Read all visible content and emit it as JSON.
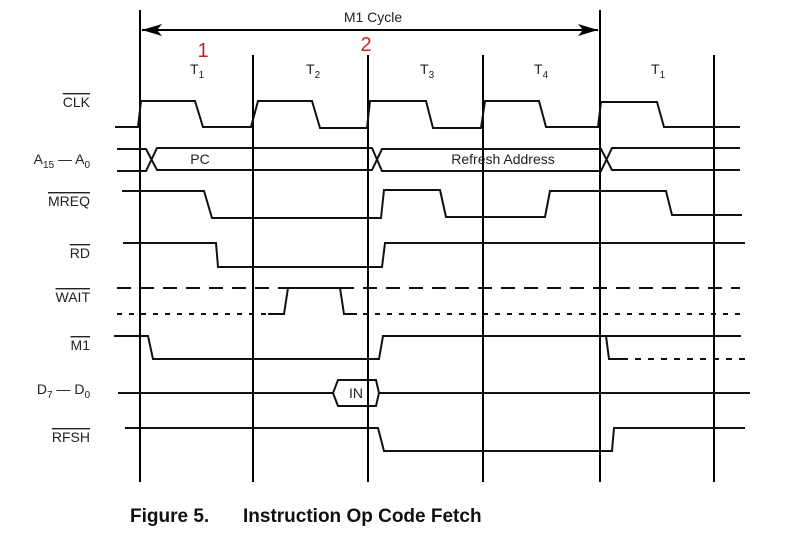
{
  "diagram": {
    "cycle_label": "M1 Cycle",
    "annotations": [
      {
        "text": "1",
        "color": "#c0282d"
      },
      {
        "text": "2",
        "color": "#c0282d"
      }
    ],
    "t_states": [
      {
        "base": "T",
        "sub": "1"
      },
      {
        "base": "T",
        "sub": "2"
      },
      {
        "base": "T",
        "sub": "3"
      },
      {
        "base": "T",
        "sub": "4"
      },
      {
        "base": "T",
        "sub": "1"
      }
    ],
    "signals": {
      "clk": {
        "label": "CLK",
        "overbar": true
      },
      "address": {
        "label_a": "A",
        "sub_a": "15",
        "dash": " — ",
        "label_b": "A",
        "sub_b": "0",
        "segments": [
          "PC",
          "Refresh Address"
        ]
      },
      "mreq": {
        "label": "MREQ",
        "overbar": true
      },
      "rd": {
        "label": "RD",
        "overbar": true
      },
      "wait": {
        "label": "WAIT",
        "overbar": true
      },
      "m1": {
        "label": "M1",
        "overbar": true
      },
      "data": {
        "label_a": "D",
        "sub_a": "7",
        "dash": " — ",
        "label_b": "D",
        "sub_b": "0",
        "segments": [
          "IN"
        ]
      },
      "rfsh": {
        "label": "RFSH",
        "overbar": true
      }
    }
  },
  "caption": {
    "figure": "Figure 5.",
    "title": "Instruction Op Code Fetch"
  }
}
